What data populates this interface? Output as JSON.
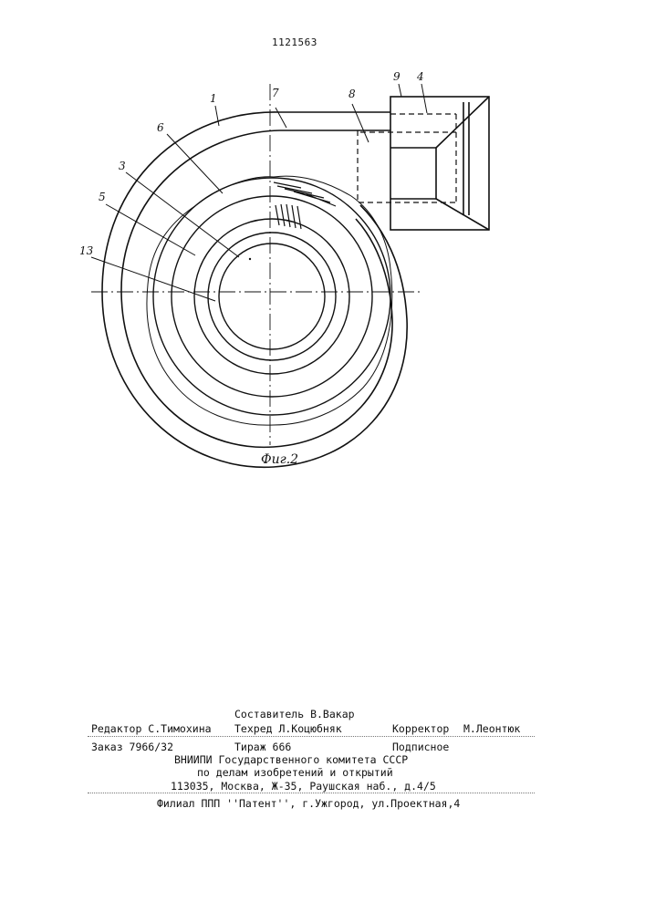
{
  "header": {
    "patent_number": "1121563"
  },
  "figure": {
    "caption": "Фиг.2",
    "labels": {
      "l1": "1",
      "l3": "3",
      "l4": "4",
      "l5": "5",
      "l6": "6",
      "l7": "7",
      "l8": "8",
      "l9": "9",
      "l13": "13"
    }
  },
  "colophon": {
    "compiler": "Составитель В.Вакар",
    "editor": "Редактор С.Тимохина",
    "techred": "Техред Л.Коцюбняк",
    "corrector_label": "Корректор",
    "corrector_name": "М.Леонтюк",
    "order": "Заказ 7966/32",
    "circulation": "Тираж 666",
    "subscription": "Подписное",
    "org_line1": "ВНИИПИ Государственного комитета СССР",
    "org_line2": "по делам изобретений и открытий",
    "org_address": "113035, Москва, Ж-35, Раушская наб., д.4/5",
    "branch": "Филиал ППП ''Патент'', г.Ужгород, ул.Проектная,4"
  }
}
